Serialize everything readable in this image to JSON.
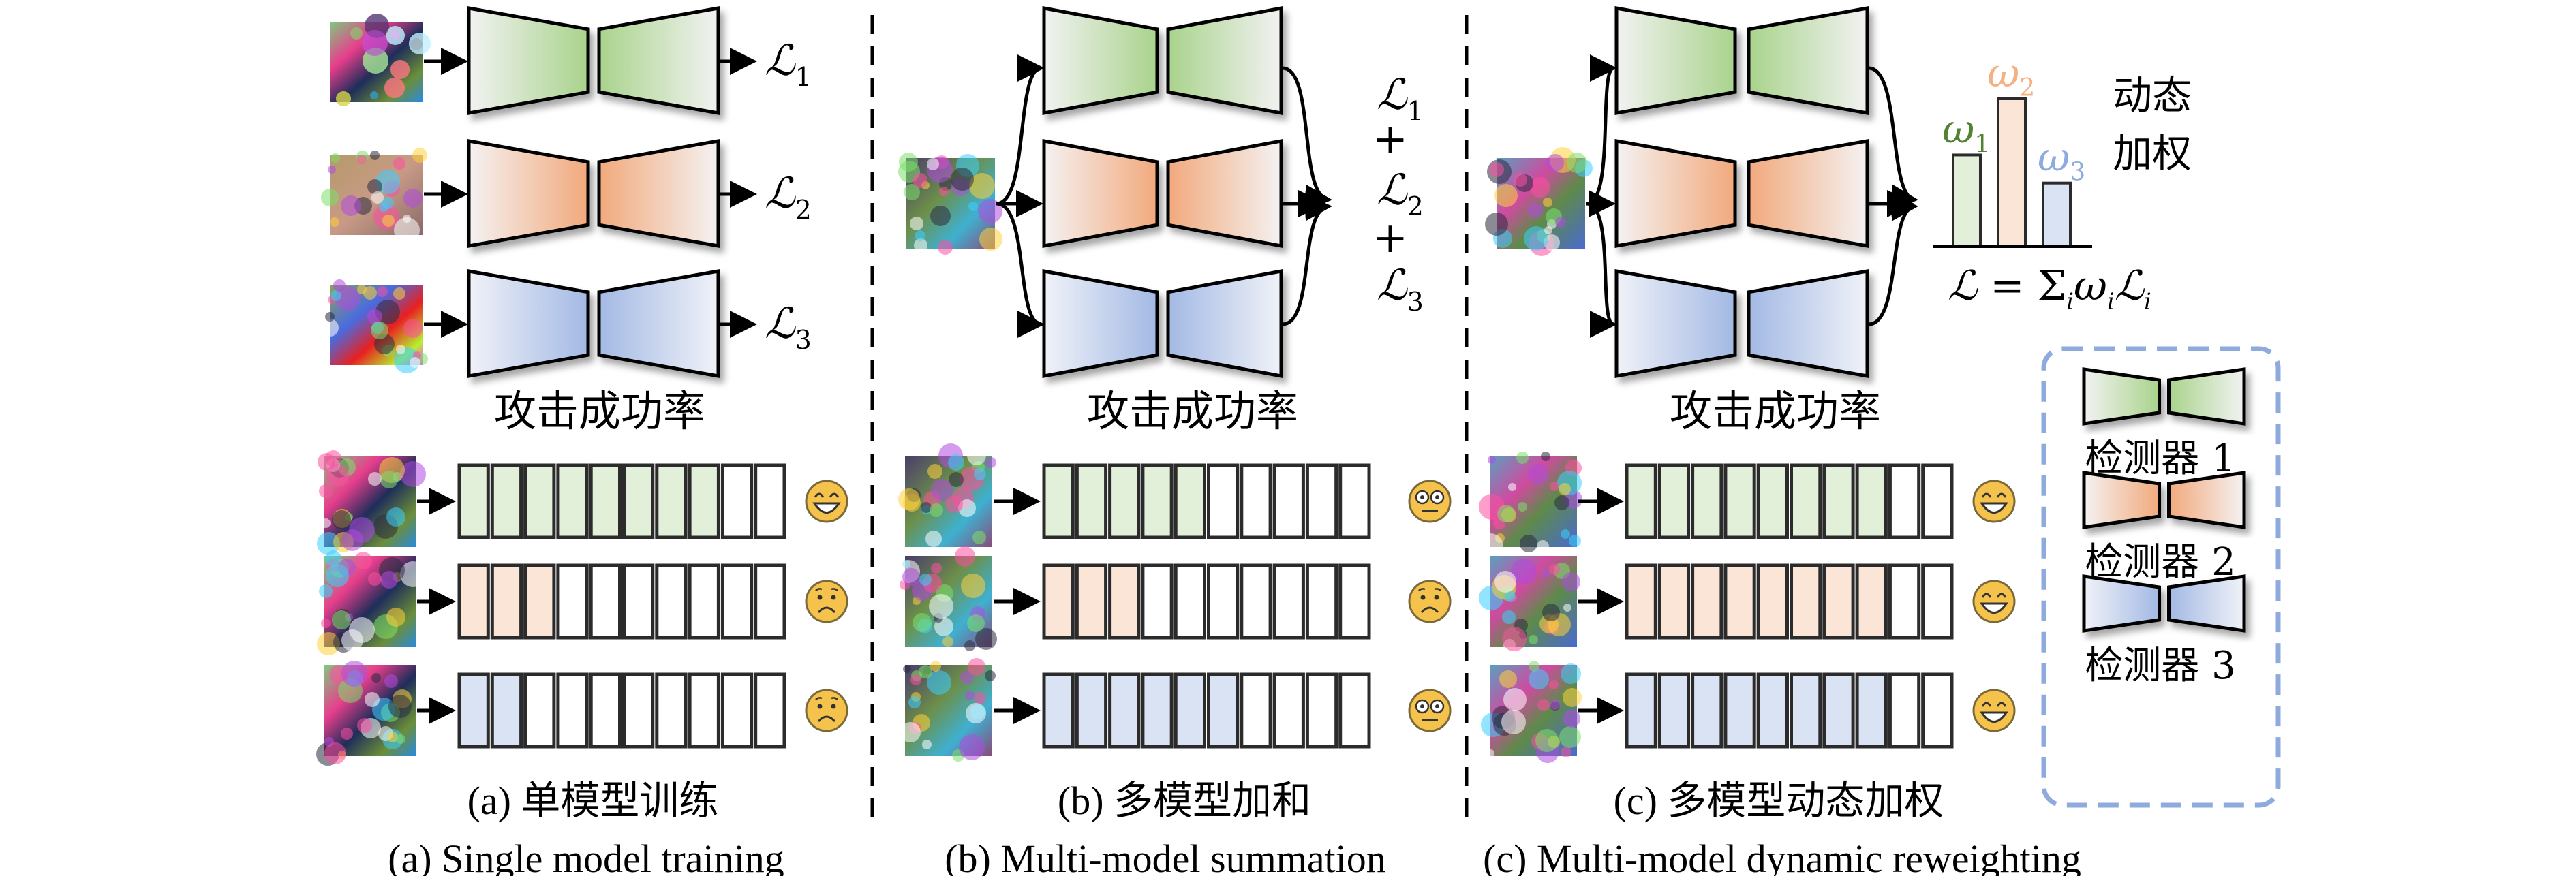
{
  "colors": {
    "green": "#a9d38c",
    "green_light": "#e2f0d9",
    "orange": "#f2a97c",
    "orange_light": "#fbe5d6",
    "blue": "#9fb7e3",
    "blue_light": "#dae3f3",
    "green_text": "#548235",
    "orange_text": "#f4b183",
    "blue_text": "#8faadc",
    "legend_border": "#8faadc",
    "emoji": "#f5c24c"
  },
  "asr_title": "攻击成功率",
  "loss_symbol": "ℒ",
  "plus": "+",
  "panels": [
    {
      "id": "a",
      "caption_cn": "(a) 单模型训练",
      "caption_en": "(a) Single model training",
      "losses": [
        "1",
        "2",
        "3"
      ],
      "asr_rows": [
        {
          "detector": "green",
          "filled": 8,
          "total": 10,
          "emoji": "grin"
        },
        {
          "detector": "orange",
          "filled": 3,
          "total": 10,
          "emoji": "frown"
        },
        {
          "detector": "blue",
          "filled": 2,
          "total": 10,
          "emoji": "frown"
        }
      ]
    },
    {
      "id": "b",
      "caption_cn": "(b) 多模型加和",
      "caption_en": "(b) Multi-model summation",
      "losses": [
        "1",
        "2",
        "3"
      ],
      "asr_rows": [
        {
          "detector": "green",
          "filled": 5,
          "total": 10,
          "emoji": "neutral"
        },
        {
          "detector": "orange",
          "filled": 3,
          "total": 10,
          "emoji": "frown"
        },
        {
          "detector": "blue",
          "filled": 6,
          "total": 10,
          "emoji": "neutral"
        }
      ]
    },
    {
      "id": "c",
      "caption_cn": "(c) 多模型动态加权",
      "caption_en": "(c) Multi-model dynamic reweighting",
      "weights": [
        {
          "label": "ω",
          "sub": "1",
          "detector": "green",
          "value": 0.62
        },
        {
          "label": "ω",
          "sub": "2",
          "detector": "orange",
          "value": 1.0
        },
        {
          "label": "ω",
          "sub": "3",
          "detector": "blue",
          "value": 0.43
        }
      ],
      "weight_label_line1": "动态",
      "weight_label_line2": "加权",
      "formula": {
        "lhs": "ℒ",
        "eq": "=",
        "sum": "Σ",
        "sub_i": "i",
        "w": "ω",
        "L": "ℒ"
      },
      "asr_rows": [
        {
          "detector": "green",
          "filled": 8,
          "total": 10,
          "emoji": "grin"
        },
        {
          "detector": "orange",
          "filled": 8,
          "total": 10,
          "emoji": "grin"
        },
        {
          "detector": "blue",
          "filled": 8,
          "total": 10,
          "emoji": "grin"
        }
      ]
    }
  ],
  "legend": {
    "items": [
      {
        "detector": "green",
        "label": "检测器 1"
      },
      {
        "detector": "orange",
        "label": "检测器 2"
      },
      {
        "detector": "blue",
        "label": "检测器 3"
      }
    ]
  }
}
